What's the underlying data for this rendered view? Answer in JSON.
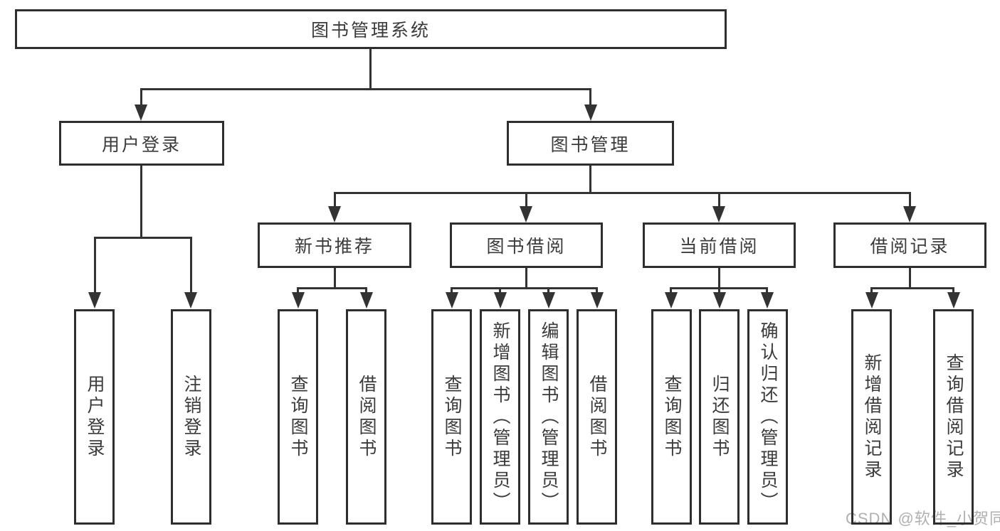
{
  "root": {
    "label": "图书管理系统"
  },
  "branches": [
    {
      "label": "用户登录",
      "children": [
        {
          "label": "用户登录"
        },
        {
          "label": "注销登录"
        }
      ]
    },
    {
      "label": "图书管理",
      "children": [
        {
          "label": "新书推荐",
          "children": [
            {
              "label": "查询图书"
            },
            {
              "label": "借阅图书"
            }
          ]
        },
        {
          "label": "图书借阅",
          "children": [
            {
              "label": "查询图书"
            },
            {
              "label": "新增图书（管理员）"
            },
            {
              "label": "编辑图书（管理员）"
            },
            {
              "label": "借阅图书"
            }
          ]
        },
        {
          "label": "当前借阅",
          "children": [
            {
              "label": "查询图书"
            },
            {
              "label": "归还图书"
            },
            {
              "label": "确认归还（管理员）"
            }
          ]
        },
        {
          "label": "借阅记录",
          "children": [
            {
              "label": "新增借阅记录"
            },
            {
              "label": "查询借阅记录"
            }
          ]
        }
      ]
    }
  ],
  "watermark": {
    "text": "CSDN @软件_小贺同学"
  },
  "colors": {
    "line": "#333333",
    "box_border": "#2e2e2e",
    "box_fill": "#ffffff",
    "text": "#3b3b3b",
    "watermark": "#b0b0b0",
    "bg": "#ffffff"
  }
}
